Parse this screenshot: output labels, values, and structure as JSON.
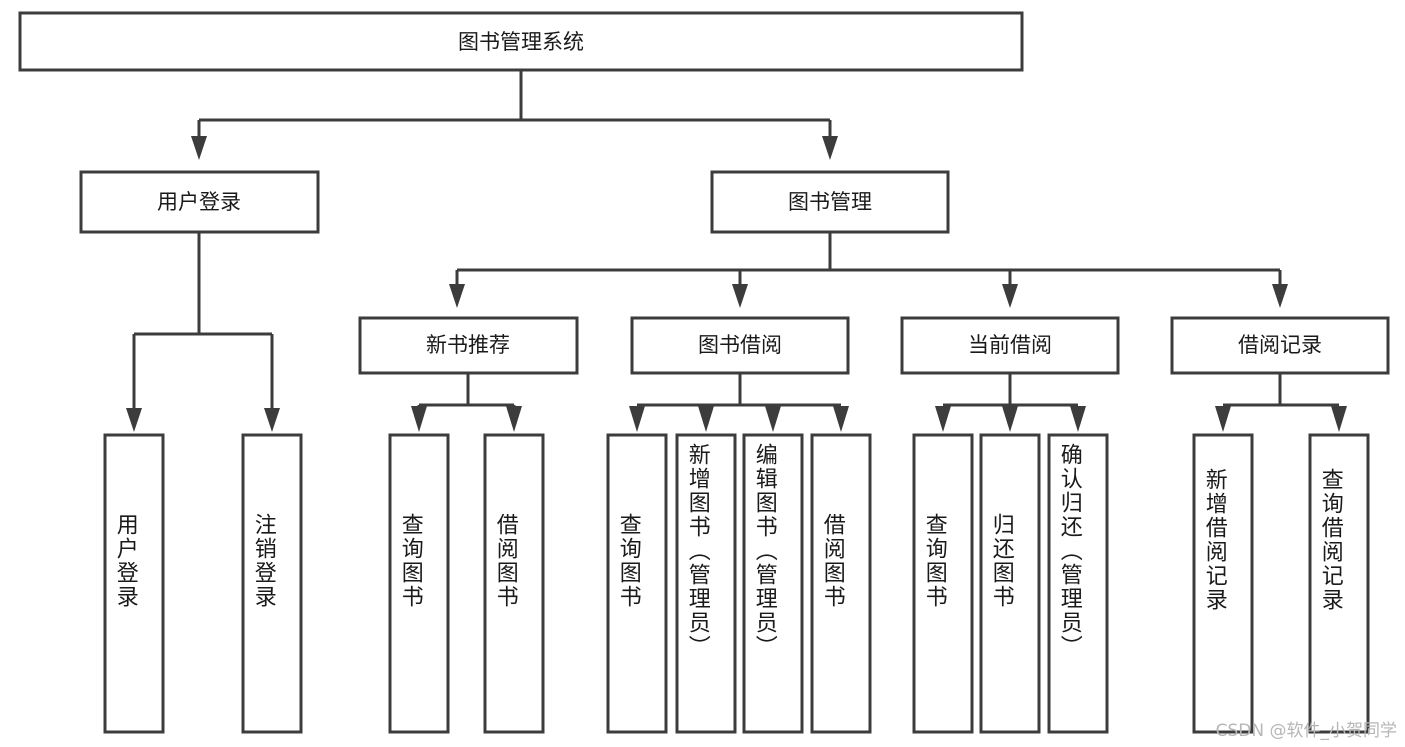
{
  "diagram": {
    "title": "图书管理系统",
    "type": "tree",
    "root": {
      "label": "图书管理系统",
      "id": "root"
    },
    "level1": [
      {
        "id": "user-login",
        "label": "用户登录"
      },
      {
        "id": "book-manage",
        "label": "图书管理"
      }
    ],
    "level2": [
      {
        "id": "new-book-recommend",
        "label": "新书推荐",
        "parent": "book-manage"
      },
      {
        "id": "book-borrow",
        "label": "图书借阅",
        "parent": "book-manage"
      },
      {
        "id": "current-borrow",
        "label": "当前借阅",
        "parent": "book-manage"
      },
      {
        "id": "borrow-record",
        "label": "借阅记录",
        "parent": "book-manage"
      }
    ],
    "leaves": {
      "user-login": [
        {
          "id": "leaf-user-login",
          "label": "用户登录"
        },
        {
          "id": "leaf-logout",
          "label": "注销登录"
        }
      ],
      "new-book-recommend": [
        {
          "id": "leaf-query-book-1",
          "label": "查询图书"
        },
        {
          "id": "leaf-borrow-book-1",
          "label": "借阅图书"
        }
      ],
      "book-borrow": [
        {
          "id": "leaf-query-book-2",
          "label": "查询图书"
        },
        {
          "id": "leaf-add-book",
          "label": "新增图书（管理员）"
        },
        {
          "id": "leaf-edit-book",
          "label": "编辑图书（管理员）"
        },
        {
          "id": "leaf-borrow-book-2",
          "label": "借阅图书"
        }
      ],
      "current-borrow": [
        {
          "id": "leaf-query-book-3",
          "label": "查询图书"
        },
        {
          "id": "leaf-return-book",
          "label": "归还图书"
        },
        {
          "id": "leaf-confirm-return",
          "label": "确认归还（管理员）"
        }
      ],
      "borrow-record": [
        {
          "id": "leaf-add-record",
          "label": "新增借阅记录"
        },
        {
          "id": "leaf-query-record",
          "label": "查询借阅记录"
        }
      ]
    }
  },
  "watermark": {
    "text": "CSDN @软件_小贺同学"
  },
  "colors": {
    "stroke": "#3c3c3c",
    "fill": "#ffffff",
    "text": "#1a1a1a",
    "watermark": "#b6b6b6"
  }
}
